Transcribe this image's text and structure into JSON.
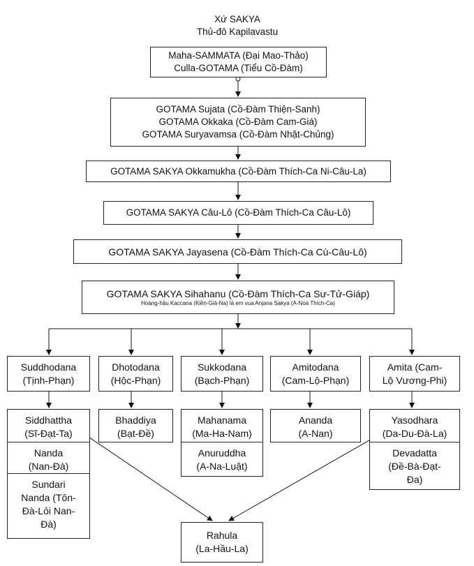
{
  "header": {
    "region": "Xứ SAKYA",
    "capital": "Thủ-đô Kapilavastu"
  },
  "lineage": [
    [
      "Maha-SAMMATA (Đại Mao-Thảo)",
      "Culla-GOTAMA (Tiểu Cồ-Đàm)"
    ],
    [
      "GOTAMA Sujata (Cồ-Đàm Thiện-Sanh)",
      "GOTAMA Okkaka (Cồ-Đàm Cam-Giá)",
      "GOTAMA Suryavamsa (Cồ-Đàm Nhật-Chủng)"
    ],
    [
      "GOTAMA SAKYA Okkamukha (Cồ-Đàm Thích-Ca Ni-Câu-La)"
    ],
    [
      "GOTAMA SAKYA Câu-Lô (Cồ-Đàm Thích-Ca Câu-Lô)"
    ],
    [
      "GOTAMA SAKYA Jayasena (Cồ-Đàm Thích-Ca Cù-Câu-Lô)"
    ]
  ],
  "sihahanu": {
    "name": "GOTAMA SAKYA Sihahanu (Cồ-Đàm Thích-Ca Sư-Tử-Giáp)",
    "note": "Hoàng-hậu Kaccana (Kiền-Già-Na) là em vua Anjana Sakya (A-Noa Thích-Ca)"
  },
  "sons": [
    [
      "Suddhodana",
      "(Tịnh-Phạn)"
    ],
    [
      "Dhotodana",
      "(Hộc-Phạn)"
    ],
    [
      "Sukkodana",
      "(Bạch-Phạn)"
    ],
    [
      "Amitodana",
      "(Cam-Lộ-Phạn)"
    ],
    [
      "Amita (Cam-",
      "Lộ Vương-Phi)"
    ]
  ],
  "grandchildren": {
    "suddhodana": [
      [
        "Siddhattha",
        "(Sĩ-Đạt-Ta)"
      ],
      [
        "Nanda",
        "(Nan-Đà)"
      ],
      [
        "Sundari",
        "Nanda (Tôn-",
        "Đà-Lỏi Nan-",
        "Đà)"
      ]
    ],
    "dhotodana": [
      [
        "Bhaddiya",
        "(Bạt-Đề)"
      ]
    ],
    "sukkodana": [
      [
        "Mahanama",
        "(Ma-Ha-Nam)"
      ],
      [
        "Anuruddha",
        "(A-Na-Luật)"
      ]
    ],
    "amitodana": [
      [
        "Ananda",
        "(A-Nan)"
      ]
    ],
    "amita": [
      [
        "Yasodhara",
        "(Da-Du-Đà-La)"
      ],
      [
        "Devadatta",
        "(Đề-Bà-Đạt-",
        "Đa)"
      ]
    ]
  },
  "rahula": [
    "Rahula",
    "(La-Hầu-La)"
  ]
}
